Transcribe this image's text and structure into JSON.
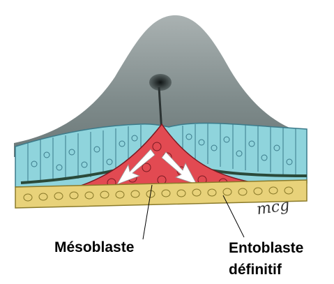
{
  "labels": {
    "mesoblaste": "Mésoblaste",
    "entoblaste_line1": "Entoblaste",
    "entoblaste_line2": "définitif"
  },
  "signature": "mcg",
  "colors": {
    "amnion": "#8f9a9a",
    "ectoderm": "#8fd4dc",
    "mesoderm": "#e24a52",
    "endoderm": "#e8d27a",
    "arrow": "#ffffff"
  }
}
